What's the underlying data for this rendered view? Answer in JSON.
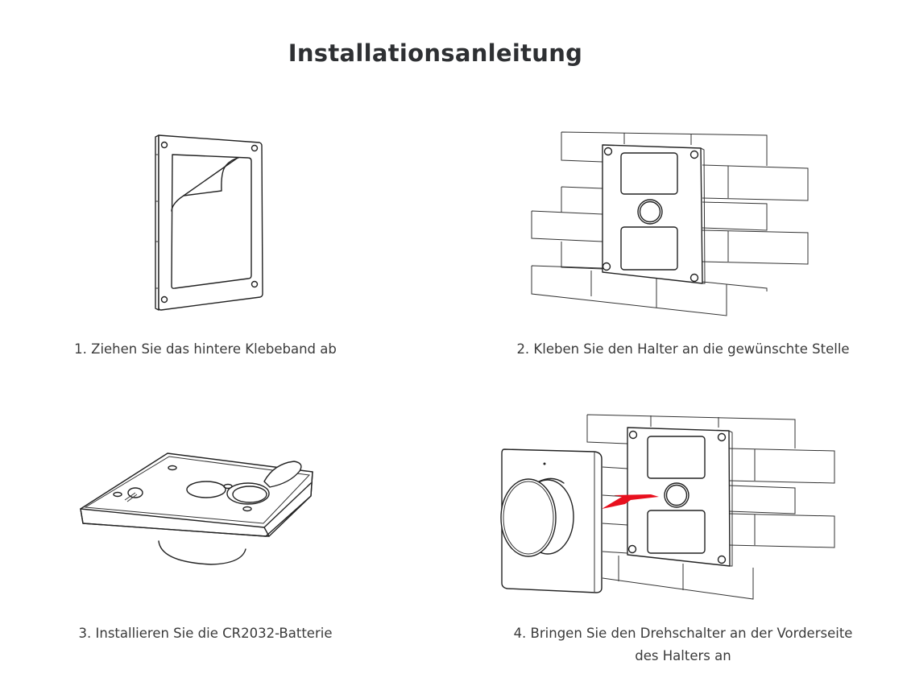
{
  "page": {
    "title": "Installationsanleitung"
  },
  "steps": [
    {
      "number": 1,
      "caption": "1. Ziehen Sie das hintere Klebeband ab",
      "illustration": "mounting-plate-peeling-adhesive-tape"
    },
    {
      "number": 2,
      "caption": "2. Kleben Sie den Halter an die gewünschte Stelle",
      "illustration": "holder-on-brick-wall"
    },
    {
      "number": 3,
      "caption": "3. Installieren Sie die CR2032-Batterie",
      "illustration": "switch-back-battery-compartment"
    },
    {
      "number": 4,
      "caption_line1": "4. Bringen Sie den Drehschalter an der Vorderseite",
      "caption_line2": "des Halters an",
      "illustration": "rotary-switch-attached-to-holder",
      "arrow_color": "#e8101e"
    }
  ]
}
